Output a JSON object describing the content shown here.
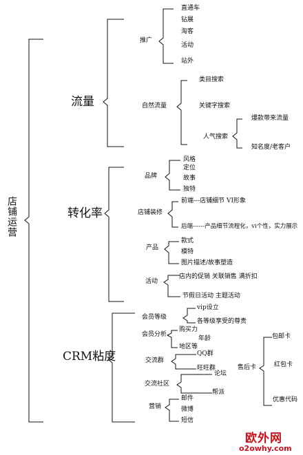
{
  "root": "店铺运营",
  "branches": {
    "traffic": {
      "label": "流量",
      "promotion": {
        "label": "推广",
        "items": [
          "直通车",
          "钻展",
          "淘客",
          "活动",
          "站外"
        ]
      },
      "natural": {
        "label": "自然流量",
        "items": [
          "类目搜索",
          "关键字搜索",
          "人气搜索"
        ],
        "popularity": [
          "爆款带来流量",
          "知名度/老客户"
        ]
      }
    },
    "conversion": {
      "label": "转化率",
      "brand": {
        "label": "品牌",
        "items": [
          "风格",
          "定位",
          "故事",
          "独特"
        ]
      },
      "decoration": {
        "label": "店铺装修",
        "items": [
          "前端---店铺细节 VI形象",
          "后端------产品细节流程化，vi个性，实力展示"
        ]
      },
      "product": {
        "label": "产品",
        "items": [
          "款式",
          "模特",
          "图片描述/故事塑造"
        ]
      },
      "activity": {
        "label": "活动",
        "items": [
          "店内的促销 关联销售 满折扣",
          "节假日活动 主题活动"
        ]
      }
    },
    "crm": {
      "label": "CRM粘度",
      "member_level": {
        "label": "会员等级",
        "items": [
          "vip设立",
          "各等级享受的尊贵"
        ]
      },
      "member_analysis": {
        "label": "会员分析",
        "items": [
          "购买力",
          "年龄",
          "地区等"
        ]
      },
      "group": {
        "label": "交流群",
        "items": [
          "QQ群",
          "旺旺群"
        ]
      },
      "community": {
        "label": "交流社区",
        "items": [
          "论坛",
          "帮派"
        ]
      },
      "marketing": {
        "label": "营销",
        "items": [
          "邮件",
          "微博",
          "短信"
        ]
      },
      "after_sales": {
        "label": "售后卡",
        "items": [
          "包邮卡",
          "红包卡",
          "优惠代码"
        ]
      }
    }
  },
  "watermark": {
    "site_cn": "欧外网",
    "url": "o2owhy.com"
  }
}
